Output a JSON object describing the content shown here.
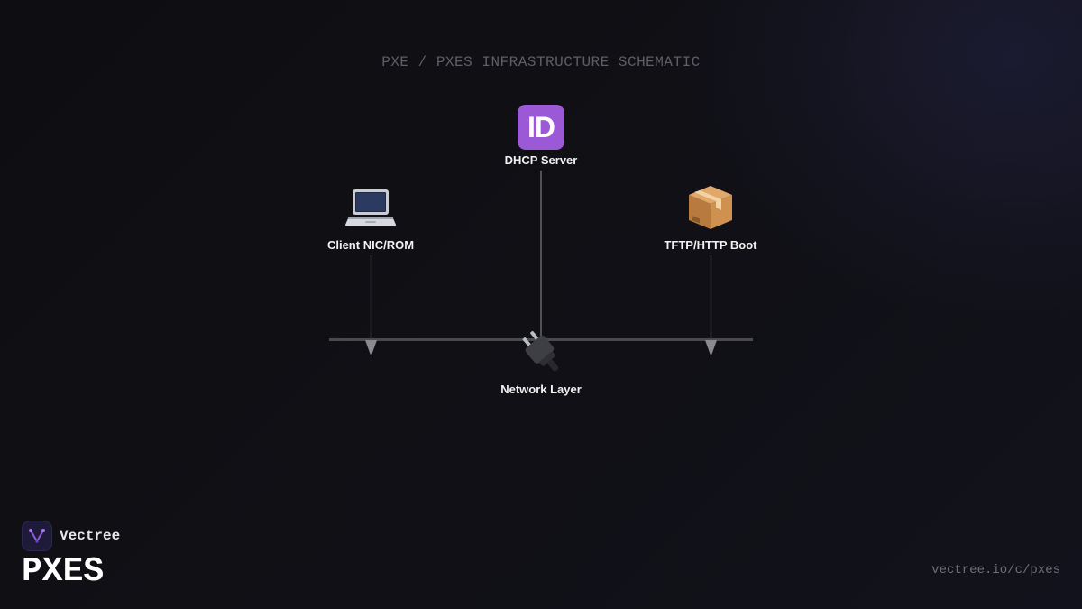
{
  "diagram": {
    "title": "PXE / PXES INFRASTRUCTURE SCHEMATIC",
    "nodes": {
      "dhcp": {
        "label": "DHCP Server",
        "icon": "id-button-icon"
      },
      "client": {
        "label": "Client NIC/ROM",
        "icon": "laptop-icon"
      },
      "tftp": {
        "label": "TFTP/HTTP Boot",
        "icon": "package-icon"
      },
      "network": {
        "label": "Network Layer",
        "icon": "electric-plug-icon"
      }
    },
    "colors": {
      "background": "#0f0f13",
      "title": "#5e5e66",
      "bus_line": "#4a4a4e",
      "connector": "#8a8a8e",
      "id_badge": "#9b59d6"
    }
  },
  "brand": {
    "name": "Vectree",
    "product": "PXES",
    "url": "vectree.io/c/pxes",
    "logo_color": "#1e1b3a",
    "logo_mark_color": "#8e5cd9"
  }
}
